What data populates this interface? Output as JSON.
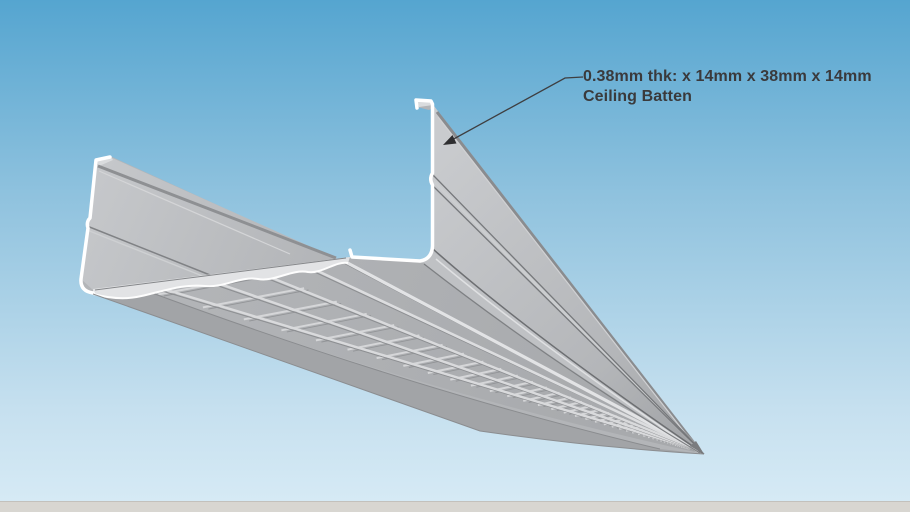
{
  "viewer": {
    "type": "3d-model-viewport",
    "model": "steel ceiling batten profile, viewed from underside in perspective"
  },
  "annotation": {
    "dimensions": "0.38mm thk: x 14mm x 38mm x 14mm",
    "name": "Ceiling Batten"
  },
  "colors": {
    "sky_top": "#55a5d0",
    "sky_mid": "#8fc2de",
    "sky_low": "#c6e0ef",
    "sky_bottom": "#d6eaf5",
    "ground_strip": "#d8d6d1",
    "ground_edge": "#c3c1bc",
    "metal_light": "#c9cbce",
    "metal_mid": "#b3b5b8",
    "metal_dark": "#9da0a3",
    "edge_highlight": "#ffffff",
    "annotation_text": "#3a3a3c",
    "leader_line": "#3e3e40"
  }
}
